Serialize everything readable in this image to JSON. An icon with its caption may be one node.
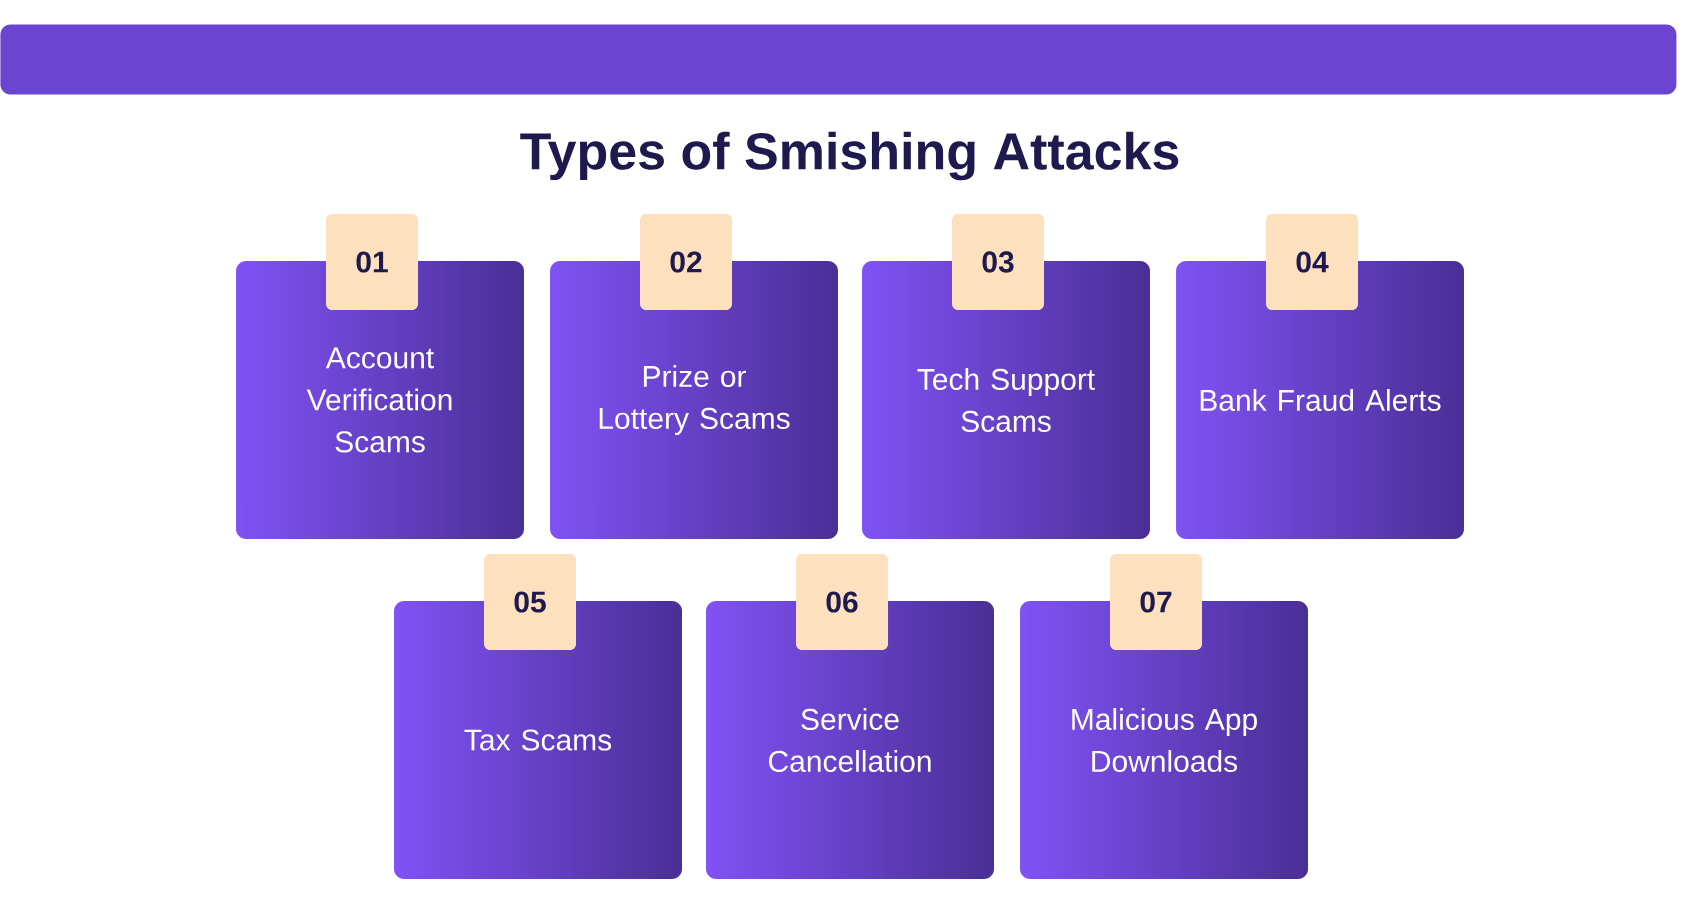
{
  "diagram": {
    "title": "Types of Smishing Attacks",
    "nodes": [
      {
        "text": [
          "01"
        ]
      },
      {
        "text": [
          "Account Verification Scams"
        ]
      },
      {
        "text": [
          "02"
        ]
      },
      {
        "text": [
          "Prize or Lottery Scams"
        ]
      },
      {
        "text": [
          "03"
        ]
      },
      {
        "text": [
          "Tech Support Scams"
        ]
      },
      {
        "text": [
          "04"
        ]
      },
      {
        "text": [
          "Bank Fraud Alerts"
        ]
      },
      {
        "text": [
          "05"
        ]
      },
      {
        "text": [
          "Tax Scams"
        ]
      },
      {
        "text": [
          "06"
        ]
      },
      {
        "text": [
          "Service Cancellation"
        ]
      },
      {
        "text": [
          "07"
        ]
      },
      {
        "text": [
          "Malicious App Downloads"
        ]
      }
    ]
  }
}
